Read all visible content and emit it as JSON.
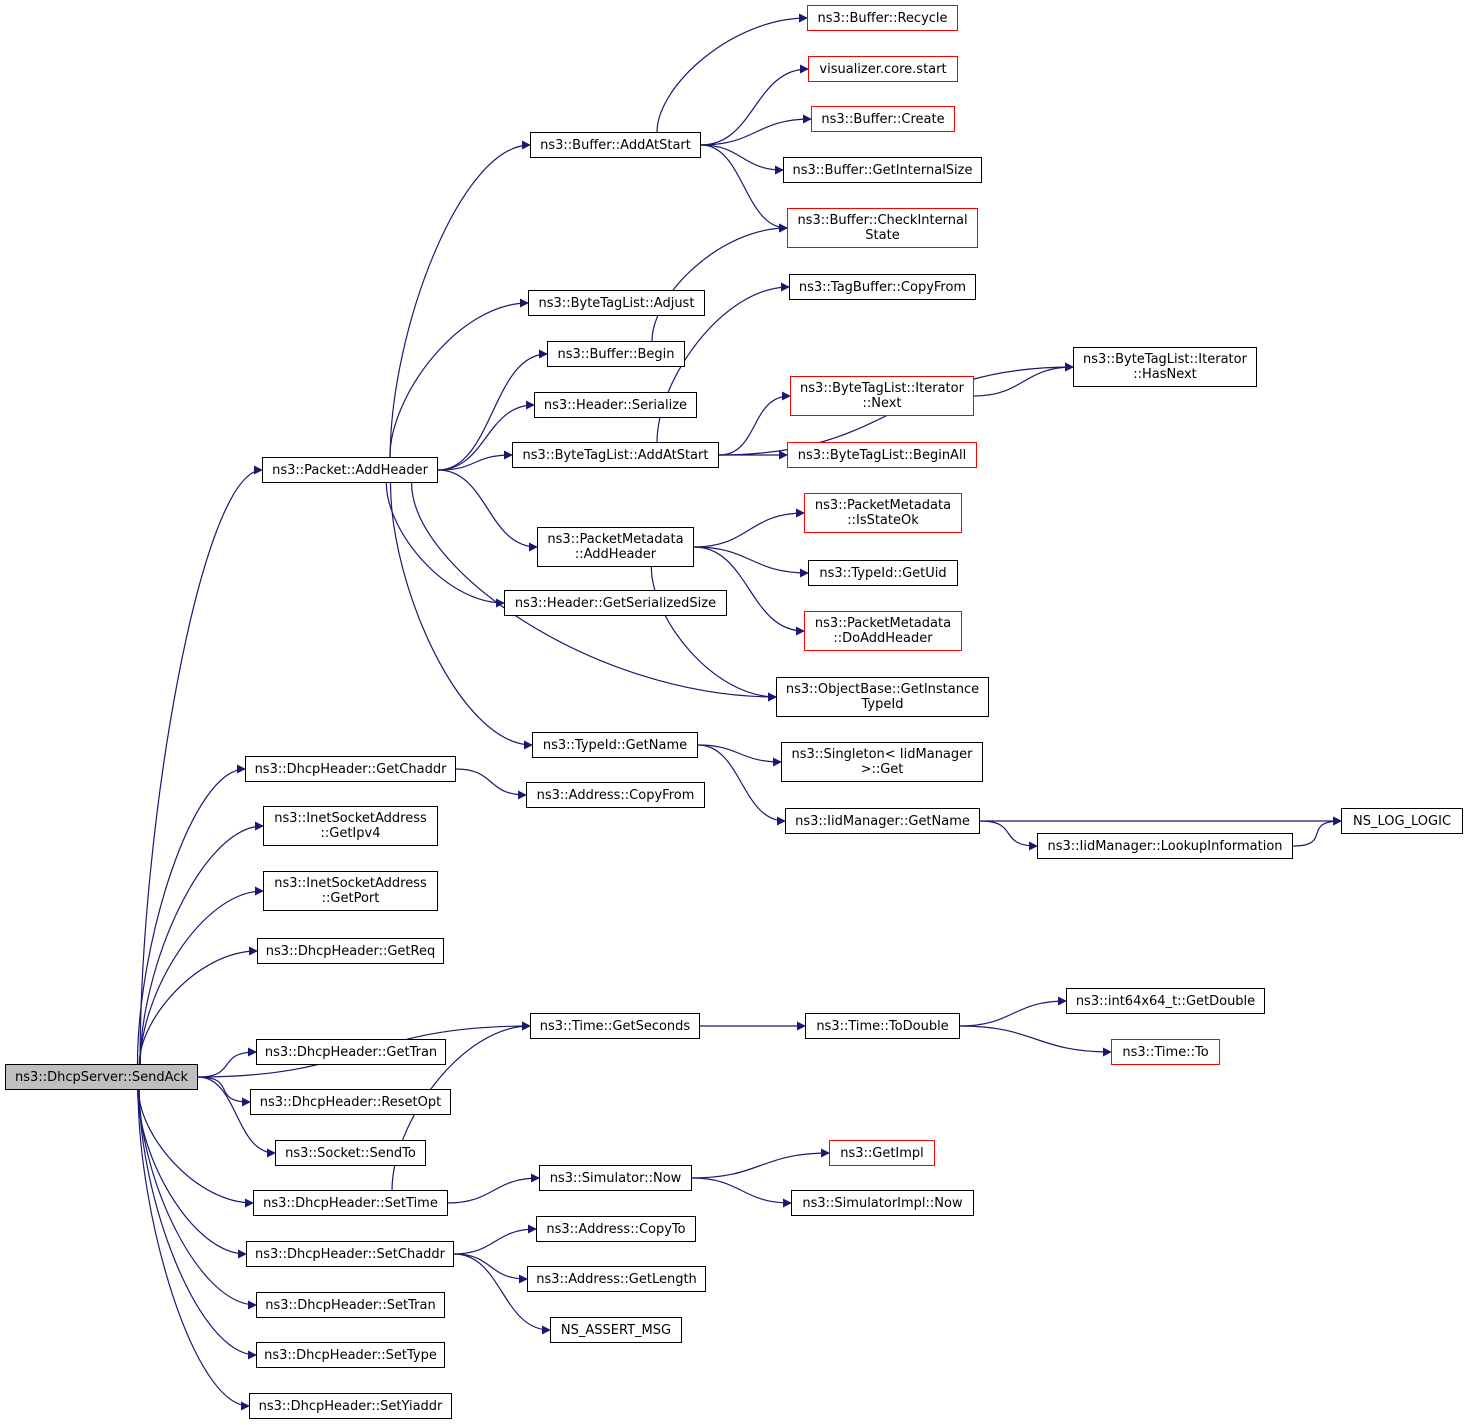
{
  "graph": {
    "edge_color": "#191970",
    "nodes": {
      "send_ack": {
        "lines": [
          "ns3::DhcpServer::SendAck"
        ],
        "style": "root"
      },
      "add_header": {
        "lines": [
          "ns3::Packet::AddHeader"
        ],
        "style": "normal"
      },
      "get_chaddr": {
        "lines": [
          "ns3::DhcpHeader::GetChaddr"
        ],
        "style": "normal"
      },
      "get_ipv4": {
        "lines": [
          "ns3::InetSocketAddress",
          "::GetIpv4"
        ],
        "style": "normal"
      },
      "get_port": {
        "lines": [
          "ns3::InetSocketAddress",
          "::GetPort"
        ],
        "style": "normal"
      },
      "get_req": {
        "lines": [
          "ns3::DhcpHeader::GetReq"
        ],
        "style": "normal"
      },
      "get_tran": {
        "lines": [
          "ns3::DhcpHeader::GetTran"
        ],
        "style": "normal"
      },
      "reset_opt": {
        "lines": [
          "ns3::DhcpHeader::ResetOpt"
        ],
        "style": "normal"
      },
      "send_to": {
        "lines": [
          "ns3::Socket::SendTo"
        ],
        "style": "normal"
      },
      "set_time": {
        "lines": [
          "ns3::DhcpHeader::SetTime"
        ],
        "style": "normal"
      },
      "set_chaddr": {
        "lines": [
          "ns3::DhcpHeader::SetChaddr"
        ],
        "style": "normal"
      },
      "set_tran": {
        "lines": [
          "ns3::DhcpHeader::SetTran"
        ],
        "style": "normal"
      },
      "set_type": {
        "lines": [
          "ns3::DhcpHeader::SetType"
        ],
        "style": "normal"
      },
      "set_yiaddr": {
        "lines": [
          "ns3::DhcpHeader::SetYiaddr"
        ],
        "style": "normal"
      },
      "buffer_add_at_start": {
        "lines": [
          "ns3::Buffer::AddAtStart"
        ],
        "style": "normal"
      },
      "bytetaglist_adjust": {
        "lines": [
          "ns3::ByteTagList::Adjust"
        ],
        "style": "normal"
      },
      "buffer_begin": {
        "lines": [
          "ns3::Buffer::Begin"
        ],
        "style": "normal"
      },
      "header_serialize": {
        "lines": [
          "ns3::Header::Serialize"
        ],
        "style": "normal"
      },
      "bytetaglist_add_at_start": {
        "lines": [
          "ns3::ByteTagList::AddAtStart"
        ],
        "style": "normal"
      },
      "pm_add_header": {
        "lines": [
          "ns3::PacketMetadata",
          "::AddHeader"
        ],
        "style": "normal"
      },
      "header_get_serialized_size": {
        "lines": [
          "ns3::Header::GetSerializedSize"
        ],
        "style": "normal"
      },
      "typeid_get_name": {
        "lines": [
          "ns3::TypeId::GetName"
        ],
        "style": "normal"
      },
      "address_copy_from": {
        "lines": [
          "ns3::Address::CopyFrom"
        ],
        "style": "normal"
      },
      "time_get_seconds": {
        "lines": [
          "ns3::Time::GetSeconds"
        ],
        "style": "normal"
      },
      "simulator_now": {
        "lines": [
          "ns3::Simulator::Now"
        ],
        "style": "normal"
      },
      "address_copy_to": {
        "lines": [
          "ns3::Address::CopyTo"
        ],
        "style": "normal"
      },
      "address_get_length": {
        "lines": [
          "ns3::Address::GetLength"
        ],
        "style": "normal"
      },
      "ns_assert_msg": {
        "lines": [
          "NS_ASSERT_MSG"
        ],
        "style": "normal"
      },
      "buffer_recycle": {
        "lines": [
          "ns3::Buffer::Recycle"
        ],
        "style": "red"
      },
      "visualizer_core_start": {
        "lines": [
          "visualizer.core.start"
        ],
        "style": "red"
      },
      "buffer_create": {
        "lines": [
          "ns3::Buffer::Create"
        ],
        "style": "red"
      },
      "buffer_get_internal_size": {
        "lines": [
          "ns3::Buffer::GetInternalSize"
        ],
        "style": "normal"
      },
      "buffer_check_internal_state": {
        "lines": [
          "ns3::Buffer::CheckInternal",
          "State"
        ],
        "style": "red"
      },
      "tagbuffer_copy_from": {
        "lines": [
          "ns3::TagBuffer::CopyFrom"
        ],
        "style": "normal"
      },
      "iterator_next": {
        "lines": [
          "ns3::ByteTagList::Iterator",
          "::Next"
        ],
        "style": "red"
      },
      "bytetaglist_begin_all": {
        "lines": [
          "ns3::ByteTagList::BeginAll"
        ],
        "style": "red"
      },
      "pm_is_state_ok": {
        "lines": [
          "ns3::PacketMetadata",
          "::IsStateOk"
        ],
        "style": "red"
      },
      "typeid_get_uid": {
        "lines": [
          "ns3::TypeId::GetUid"
        ],
        "style": "normal"
      },
      "pm_do_add_header": {
        "lines": [
          "ns3::PacketMetadata",
          "::DoAddHeader"
        ],
        "style": "red"
      },
      "objectbase_get_instance_typeid": {
        "lines": [
          "ns3::ObjectBase::GetInstance",
          "TypeId"
        ],
        "style": "normal"
      },
      "singleton_get": {
        "lines": [
          "ns3::Singleton< IidManager",
          ">::Get"
        ],
        "style": "normal"
      },
      "iidmanager_get_name": {
        "lines": [
          "ns3::IidManager::GetName"
        ],
        "style": "normal"
      },
      "time_to_double": {
        "lines": [
          "ns3::Time::ToDouble"
        ],
        "style": "normal"
      },
      "get_impl": {
        "lines": [
          "ns3::GetImpl"
        ],
        "style": "red"
      },
      "simulatorimpl_now": {
        "lines": [
          "ns3::SimulatorImpl::Now"
        ],
        "style": "normal"
      },
      "iterator_has_next": {
        "lines": [
          "ns3::ByteTagList::Iterator",
          "::HasNext"
        ],
        "style": "normal"
      },
      "iidmanager_lookup_information": {
        "lines": [
          "ns3::IidManager::LookupInformation"
        ],
        "style": "normal"
      },
      "int64x64_get_double": {
        "lines": [
          "ns3::int64x64_t::GetDouble"
        ],
        "style": "normal"
      },
      "time_to": {
        "lines": [
          "ns3::Time::To"
        ],
        "style": "red"
      },
      "ns_log_logic": {
        "lines": [
          "NS_LOG_LOGIC"
        ],
        "style": "normal"
      }
    },
    "edges": [
      [
        "send_ack",
        "add_header"
      ],
      [
        "send_ack",
        "get_chaddr"
      ],
      [
        "send_ack",
        "get_ipv4"
      ],
      [
        "send_ack",
        "get_port"
      ],
      [
        "send_ack",
        "get_req"
      ],
      [
        "send_ack",
        "time_get_seconds"
      ],
      [
        "send_ack",
        "get_tran"
      ],
      [
        "send_ack",
        "reset_opt"
      ],
      [
        "send_ack",
        "send_to"
      ],
      [
        "send_ack",
        "set_time"
      ],
      [
        "send_ack",
        "set_chaddr"
      ],
      [
        "send_ack",
        "set_tran"
      ],
      [
        "send_ack",
        "set_type"
      ],
      [
        "send_ack",
        "set_yiaddr"
      ],
      [
        "add_header",
        "buffer_add_at_start"
      ],
      [
        "add_header",
        "bytetaglist_adjust"
      ],
      [
        "add_header",
        "buffer_begin"
      ],
      [
        "add_header",
        "header_serialize"
      ],
      [
        "add_header",
        "bytetaglist_add_at_start"
      ],
      [
        "add_header",
        "pm_add_header"
      ],
      [
        "add_header",
        "header_get_serialized_size"
      ],
      [
        "add_header",
        "objectbase_get_instance_typeid"
      ],
      [
        "add_header",
        "typeid_get_name"
      ],
      [
        "buffer_add_at_start",
        "buffer_recycle"
      ],
      [
        "buffer_add_at_start",
        "visualizer_core_start"
      ],
      [
        "buffer_add_at_start",
        "buffer_create"
      ],
      [
        "buffer_add_at_start",
        "buffer_get_internal_size"
      ],
      [
        "buffer_add_at_start",
        "buffer_check_internal_state"
      ],
      [
        "buffer_begin",
        "buffer_check_internal_state"
      ],
      [
        "bytetaglist_add_at_start",
        "tagbuffer_copy_from"
      ],
      [
        "bytetaglist_add_at_start",
        "iterator_has_next"
      ],
      [
        "bytetaglist_add_at_start",
        "iterator_next"
      ],
      [
        "bytetaglist_add_at_start",
        "bytetaglist_begin_all"
      ],
      [
        "iterator_next",
        "iterator_has_next"
      ],
      [
        "pm_add_header",
        "pm_is_state_ok"
      ],
      [
        "pm_add_header",
        "typeid_get_uid"
      ],
      [
        "pm_add_header",
        "pm_do_add_header"
      ],
      [
        "pm_add_header",
        "objectbase_get_instance_typeid"
      ],
      [
        "typeid_get_name",
        "singleton_get"
      ],
      [
        "typeid_get_name",
        "iidmanager_get_name"
      ],
      [
        "iidmanager_get_name",
        "ns_log_logic"
      ],
      [
        "iidmanager_get_name",
        "iidmanager_lookup_information"
      ],
      [
        "iidmanager_lookup_information",
        "ns_log_logic"
      ],
      [
        "get_chaddr",
        "address_copy_from"
      ],
      [
        "time_get_seconds",
        "time_to_double"
      ],
      [
        "time_to_double",
        "int64x64_get_double"
      ],
      [
        "time_to_double",
        "time_to"
      ],
      [
        "set_time",
        "time_get_seconds"
      ],
      [
        "set_time",
        "simulator_now"
      ],
      [
        "simulator_now",
        "get_impl"
      ],
      [
        "simulator_now",
        "simulatorimpl_now"
      ],
      [
        "set_chaddr",
        "address_copy_to"
      ],
      [
        "set_chaddr",
        "address_get_length"
      ],
      [
        "set_chaddr",
        "ns_assert_msg"
      ]
    ]
  }
}
